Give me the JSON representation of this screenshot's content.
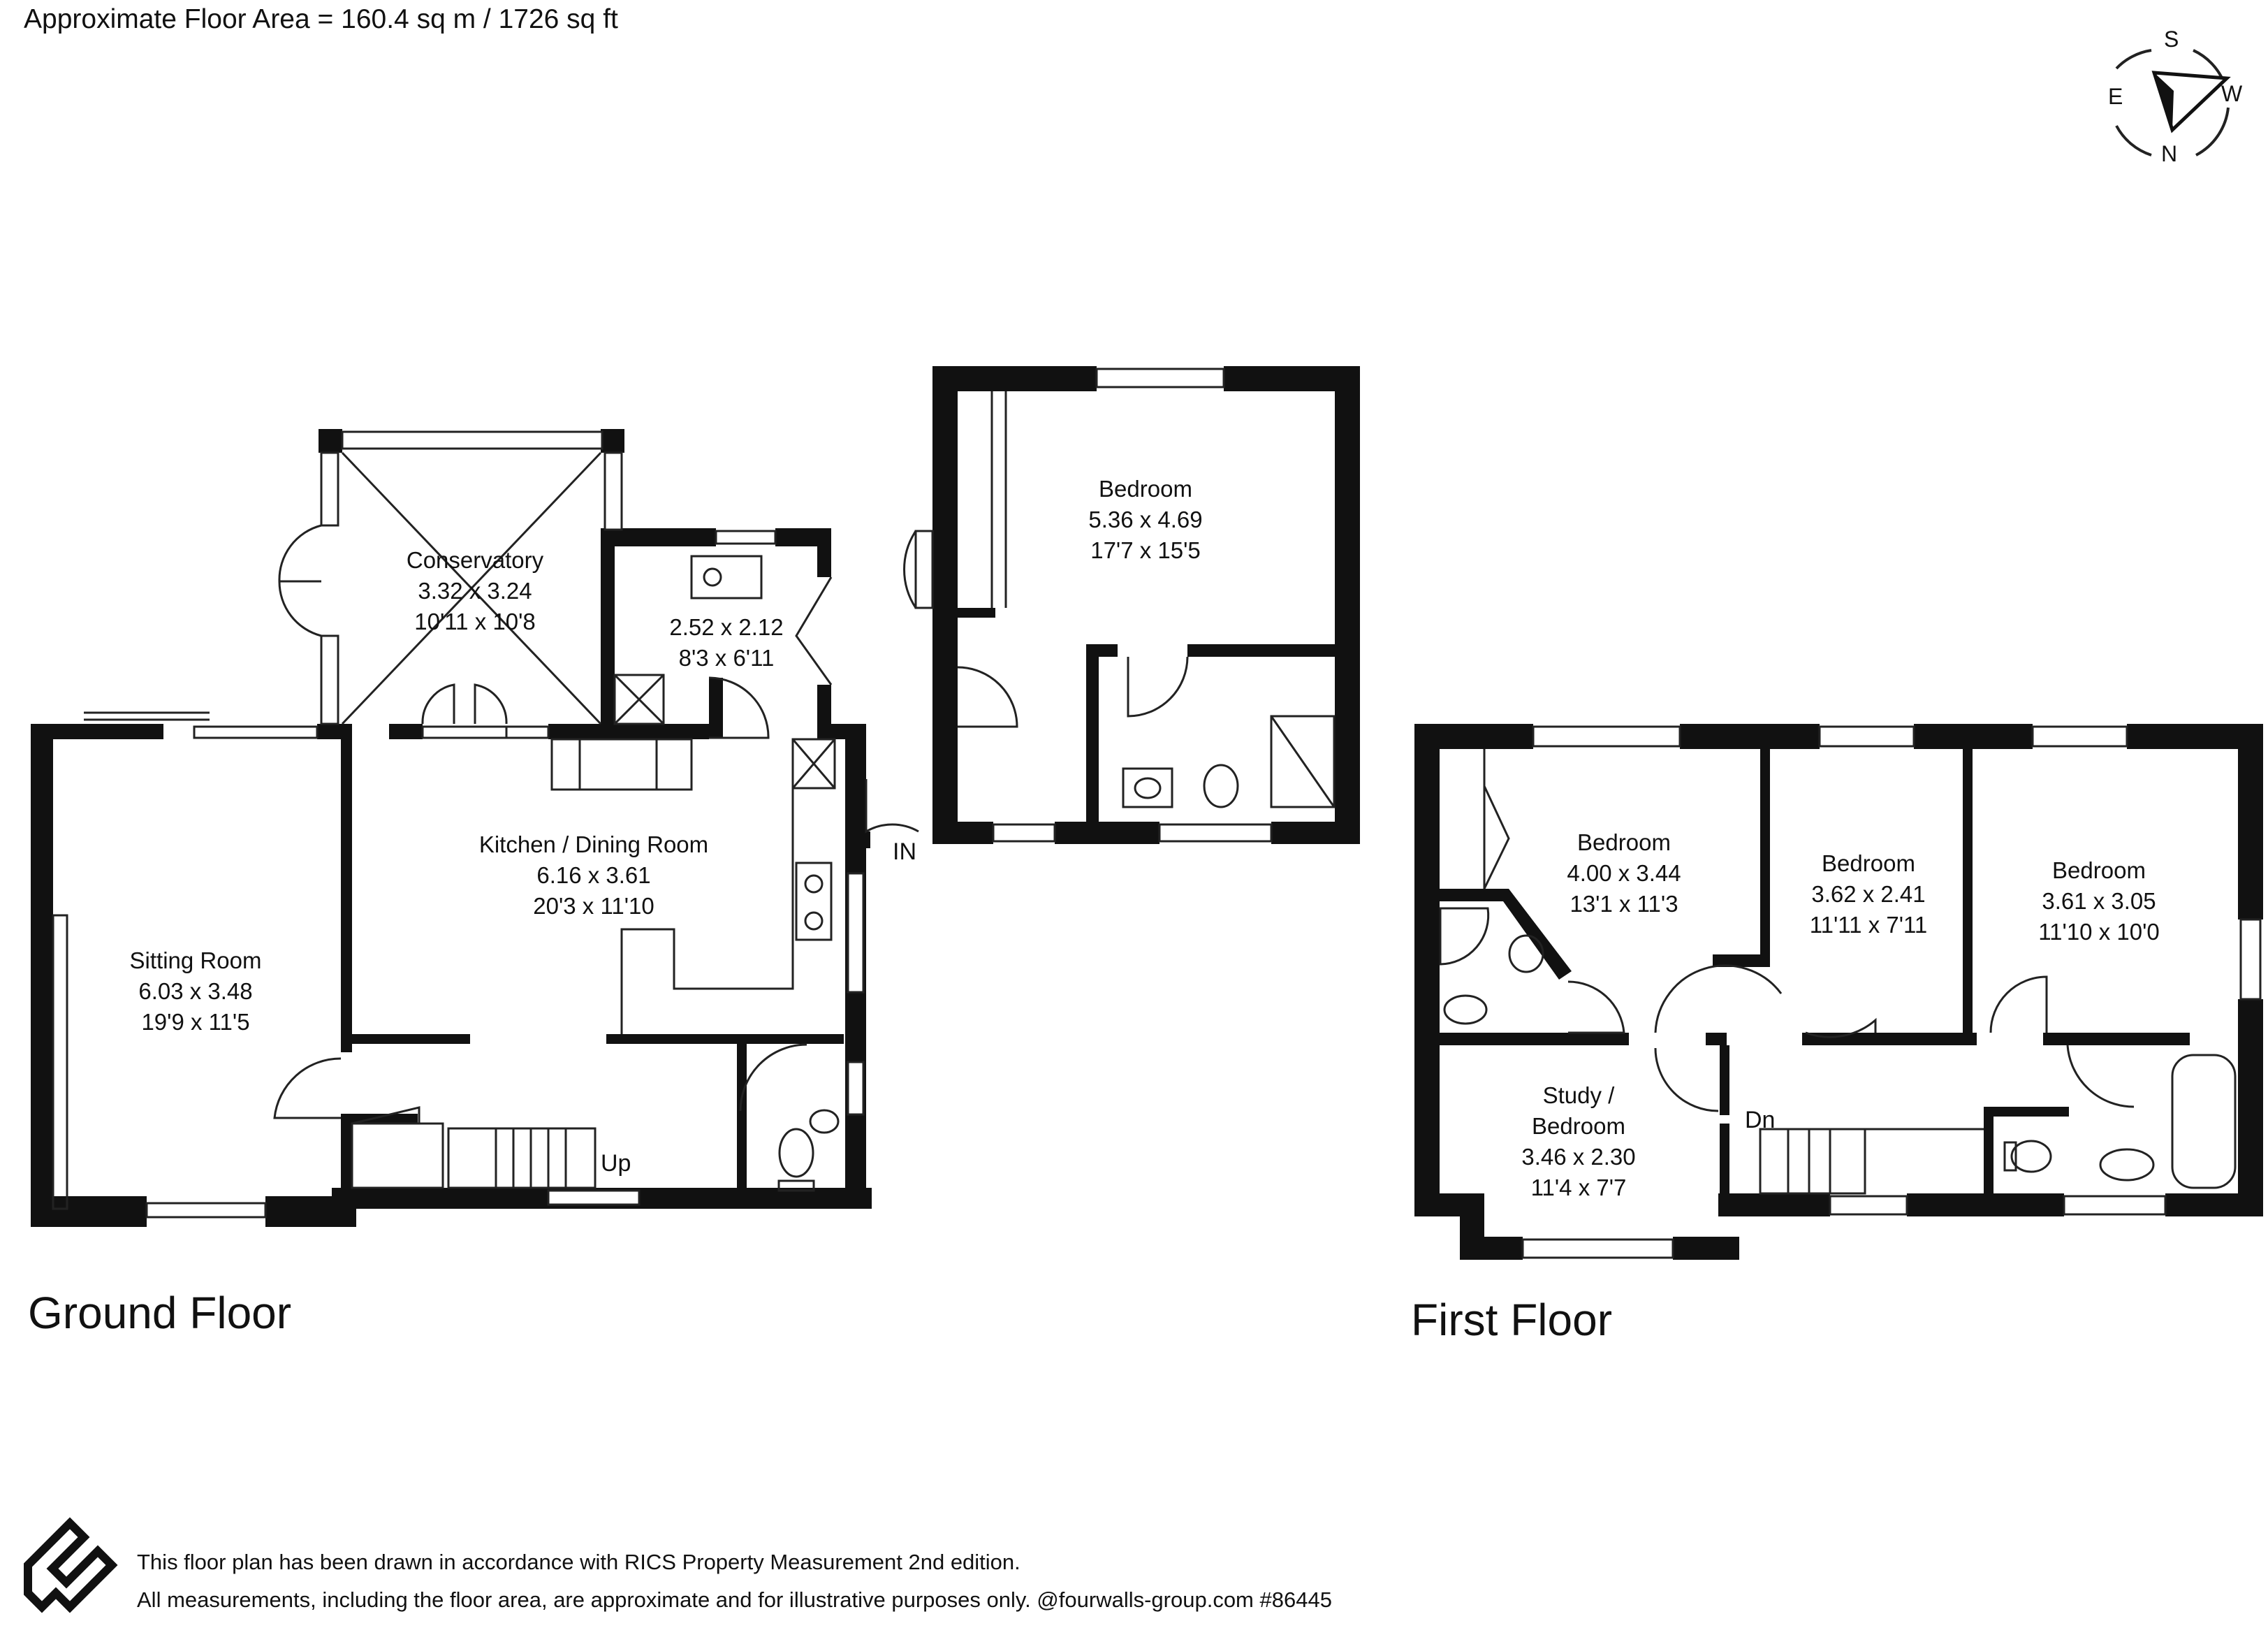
{
  "header": {
    "floor_area": "Approximate Floor Area = 160.4 sq m / 1726 sq ft"
  },
  "compass": {
    "north": "N",
    "south": "S",
    "east": "E",
    "west": "W"
  },
  "ground_floor": {
    "title": "Ground Floor",
    "rooms": {
      "conservatory": {
        "name": "Conservatory",
        "metric": "3.32 x 3.24",
        "imperial": "10'11 x 10'8"
      },
      "utility": {
        "metric": "2.52 x 2.12",
        "imperial": "8'3 x 6'11"
      },
      "bedroom": {
        "name": "Bedroom",
        "metric": "5.36 x 4.69",
        "imperial": "17'7 x 15'5"
      },
      "kitchen": {
        "name": "Kitchen / Dining  Room",
        "metric": "6.16 x 3.61",
        "imperial": "20'3 x 11'10"
      },
      "sitting": {
        "name": "Sitting Room",
        "metric": "6.03 x 3.48",
        "imperial": "19'9 x 11'5"
      }
    },
    "entrance_label": "IN",
    "stairs_label": "Up"
  },
  "first_floor": {
    "title": "First Floor",
    "rooms": {
      "bedroom1": {
        "name": "Bedroom",
        "metric": "4.00 x 3.44",
        "imperial": "13'1 x 11'3"
      },
      "bedroom2": {
        "name": "Bedroom",
        "metric": "3.62 x 2.41",
        "imperial": "11'11 x 7'11"
      },
      "bedroom3": {
        "name": "Bedroom",
        "metric": "3.61 x 3.05",
        "imperial": "11'10 x 10'0"
      },
      "study": {
        "name_line1": "Study /",
        "name_line2": "Bedroom",
        "metric": "3.46 x 2.30",
        "imperial": "11'4 x 7'7"
      }
    },
    "stairs_label": "Dn"
  },
  "footer": {
    "line1": "This floor plan has been drawn in accordance with RICS Property Measurement 2nd edition.",
    "line2": "All measurements, including the floor area, are approximate and for illustrative purposes only. @fourwalls-group.com #86445"
  },
  "colors": {
    "wall": "#111111",
    "line": "#222222",
    "window": "#ffffff"
  },
  "icons": [
    "compass-icon",
    "fourwalls-logo-icon"
  ]
}
